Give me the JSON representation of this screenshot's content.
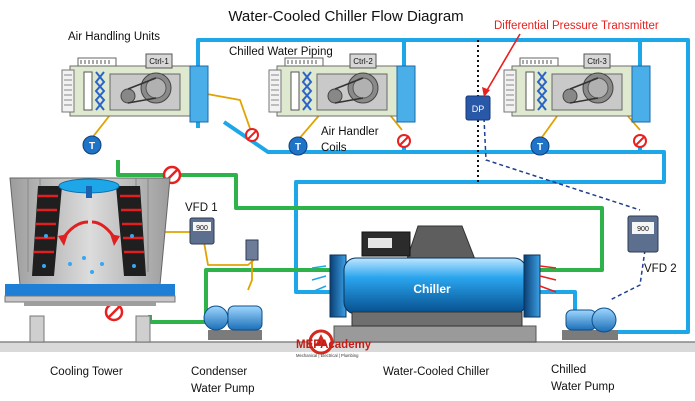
{
  "title": "Water-Cooled Chiller Flow Diagram",
  "labels": {
    "air_handling_units": "Air Handling Units",
    "chilled_water_piping": "Chilled Water Piping",
    "air_handler_coils_line1": "Air Handler",
    "air_handler_coils_line2": "Coils",
    "differential_pressure_transmitter": "Differential Pressure Transmitter",
    "dp": "DP",
    "vfd1": "VFD 1",
    "vfd2": "VFD 2",
    "vfd_display": "900",
    "ctrl1": "Ctrl-1",
    "ctrl2": "Ctrl-2",
    "ctrl3": "Ctrl-3",
    "thermostat": "T",
    "chiller": "Chiller",
    "cooling_tower": "Cooling Tower",
    "condenser_pump_line1": "Condenser",
    "condenser_pump_line2": "Water Pump",
    "water_cooled_chiller": "Water-Cooled Chiller",
    "chilled_pump_line1": "Chilled",
    "chilled_pump_line2": "Water Pump",
    "logo_name": "MEPAcademy",
    "logo_tagline": "Mechanical | Electrical | Plumbing"
  },
  "colors": {
    "chilled_water_pipe": "#1ea7e8",
    "condenser_water_pipe": "#2db34a",
    "control_wire": "#e0a300",
    "signal_line": "#1f3f8f",
    "dp_callout": "#e8201f",
    "valve": "#e8201f",
    "ahu_body": "#dfe9cf",
    "chiller_body": "#1b8fd6",
    "thermostat": "#1f74c8",
    "vfd": "#5d6f8e",
    "tower_body": "#b8b8b8"
  }
}
